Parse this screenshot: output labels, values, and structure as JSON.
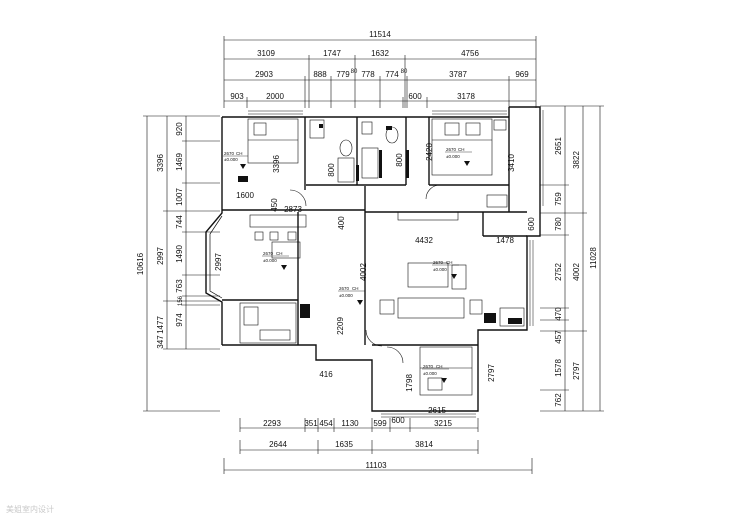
{
  "diagram": {
    "dims_top_overall": "11514",
    "dims_top_row2": [
      "3109",
      "1747",
      "1632",
      "4756"
    ],
    "dims_top_row2_gap1": "80",
    "dims_top_row2_gap2": "80",
    "dims_top_row3": [
      "2903",
      "888",
      "779",
      "778",
      "774",
      "3787",
      "969"
    ],
    "dims_top_row4": [
      "903",
      "2000",
      "600",
      "3178"
    ],
    "dims_bottom_row1": [
      "2293",
      "351",
      "454",
      "1130",
      "599",
      "600",
      "3215"
    ],
    "dims_bottom_row2": [
      "2644",
      "1635",
      "3814"
    ],
    "dims_bottom_overall": "11103",
    "dims_left_overall": "10616",
    "dims_left_row2": [
      "3396",
      "2997",
      "1477",
      "347"
    ],
    "dims_left_row3": [
      "920",
      "1469",
      "1007",
      "744",
      "1490",
      "763",
      "156",
      "974"
    ],
    "dims_right_overall": "11028",
    "dims_right_row2": [
      "3822",
      "4002",
      "2797"
    ],
    "dims_right_row3": [
      "2651",
      "759",
      "780",
      "2752",
      "470",
      "457",
      "1578",
      "762"
    ],
    "interior_dims": [
      "3396",
      "1600",
      "450",
      "2873",
      "800",
      "800",
      "2420",
      "3410",
      "600",
      "2997",
      "400",
      "4002",
      "4432",
      "1478",
      "2209",
      "416",
      "1798",
      "2797",
      "2615"
    ],
    "level_mark_code": "2670",
    "level_mark_ch": "CH",
    "level_mark_value": "±0.000",
    "watermark": "美姐室内设计"
  }
}
